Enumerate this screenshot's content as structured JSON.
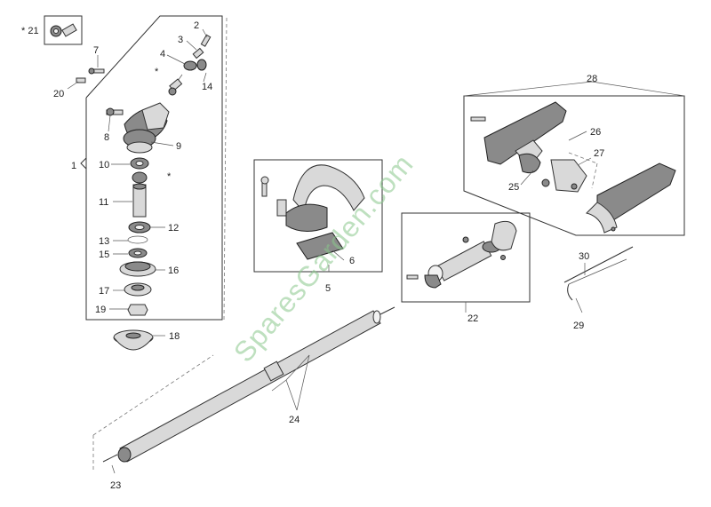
{
  "diagram": {
    "watermark": "SparesGarden.com",
    "labels": [
      {
        "id": "21",
        "text": "* 21"
      },
      {
        "id": "2",
        "text": "2"
      },
      {
        "id": "3",
        "text": "3"
      },
      {
        "id": "4",
        "text": "4"
      },
      {
        "id": "14",
        "text": "14"
      },
      {
        "id": "7",
        "text": "7"
      },
      {
        "id": "20",
        "text": "20"
      },
      {
        "id": "8",
        "text": "8"
      },
      {
        "id": "9",
        "text": "9"
      },
      {
        "id": "1",
        "text": "1"
      },
      {
        "id": "10",
        "text": "10"
      },
      {
        "id": "11",
        "text": "11"
      },
      {
        "id": "12",
        "text": "12"
      },
      {
        "id": "13",
        "text": "13"
      },
      {
        "id": "15",
        "text": "15"
      },
      {
        "id": "16",
        "text": "16"
      },
      {
        "id": "17",
        "text": "17"
      },
      {
        "id": "19",
        "text": "19"
      },
      {
        "id": "18",
        "text": "18"
      },
      {
        "id": "5",
        "text": "5"
      },
      {
        "id": "6",
        "text": "6"
      },
      {
        "id": "22",
        "text": "22"
      },
      {
        "id": "23",
        "text": "23"
      },
      {
        "id": "24",
        "text": "24"
      },
      {
        "id": "25",
        "text": "25"
      },
      {
        "id": "26",
        "text": "26"
      },
      {
        "id": "27",
        "text": "27"
      },
      {
        "id": "28",
        "text": "28"
      },
      {
        "id": "29",
        "text": "29"
      },
      {
        "id": "30",
        "text": "30"
      }
    ],
    "asterisks": [
      "*",
      "*"
    ]
  }
}
